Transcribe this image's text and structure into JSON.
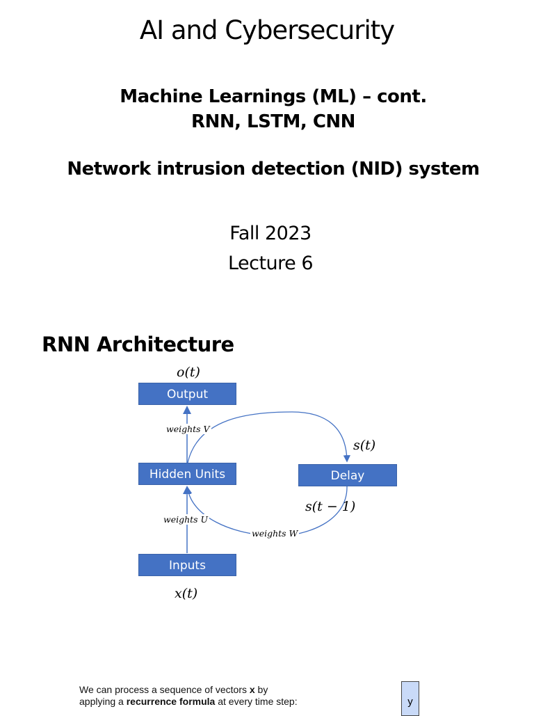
{
  "title": "AI and Cybersecurity",
  "subtitle": {
    "line1": "Machine Learnings (ML) – cont.",
    "line2": "RNN, LSTM, CNN",
    "line3": "Network intrusion detection (NID) system"
  },
  "term": "Fall 2023",
  "lecture": "Lecture 6",
  "section": {
    "heading": "RNN Architecture",
    "diagram": {
      "nodes": {
        "output": "Output",
        "hidden": "Hidden Units",
        "delay": "Delay",
        "inputs": "Inputs"
      },
      "labels": {
        "output_var": "o(t)",
        "state": "s(t)",
        "prev_state": "s(t − 1)",
        "input_var": "x(t)",
        "weights_v": "weights V",
        "weights_u": "weights U",
        "weights_w": "weights W"
      },
      "colors": {
        "node_fill": "#4472c4",
        "edge": "#4472c4"
      }
    }
  },
  "recurrence": {
    "text_a": "We can process a sequence of vectors ",
    "bold_x": "x",
    "text_b": " by",
    "text_c": "applying a ",
    "bold_formula": "recurrence formula",
    "text_d": " at every time step:",
    "y_box": "y"
  }
}
